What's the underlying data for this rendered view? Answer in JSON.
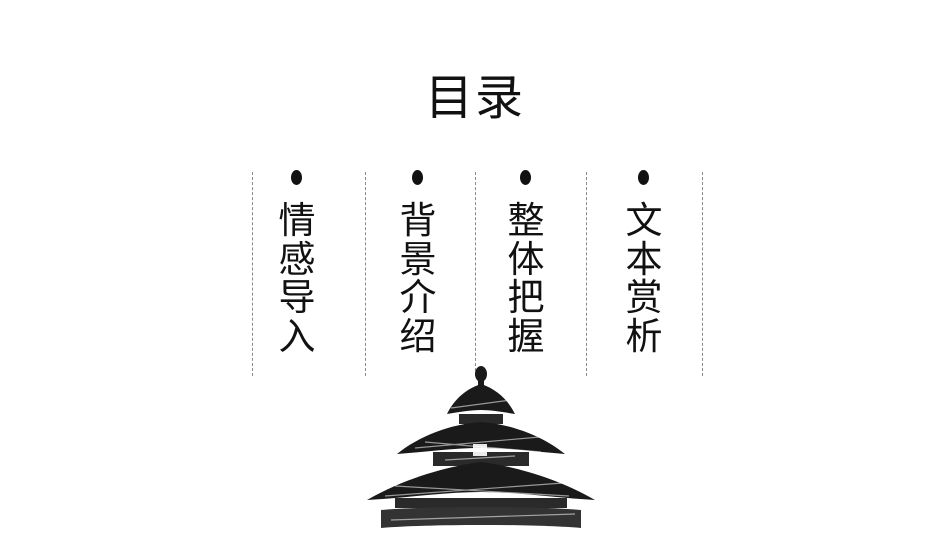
{
  "slide": {
    "title": "目录",
    "items": [
      {
        "label": "情感导入"
      },
      {
        "label": "背景介绍"
      },
      {
        "label": "整体把握"
      },
      {
        "label": "文本赏析"
      }
    ]
  },
  "colors": {
    "text": "#111111",
    "divider": "#8a8a8a",
    "ink": "#1a1a1a"
  },
  "decoration": {
    "image": "temple-of-heaven-ink-sketch"
  }
}
